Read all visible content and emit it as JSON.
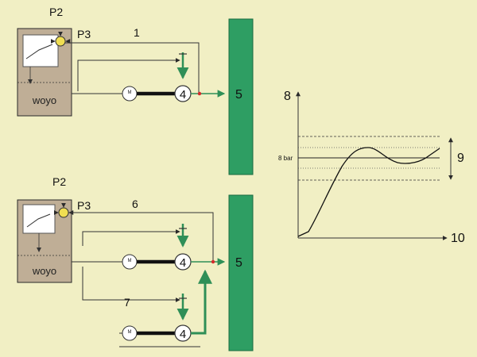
{
  "colors": {
    "background": "#f1efc4",
    "controller_box": "#bfae96",
    "tank_green": "#2e9e63",
    "pipe_green": "#2f8f57",
    "sensor_yellow": "#f0de52",
    "joint_red": "#d42b2b",
    "line": "#2a2a2a"
  },
  "system_top": {
    "controller_label": "woyo",
    "sensor_label": "P2",
    "setpoint_label": "P3",
    "line_number": "1",
    "pump_number": "4",
    "motor_label": "M",
    "tank_number": "5"
  },
  "system_bottom": {
    "controller_label": "woyo",
    "sensor_label": "P2",
    "setpoint_label": "P3",
    "line_number_upper": "6",
    "line_number_lower": "7",
    "pump_upper_number": "4",
    "pump_lower_number": "4",
    "motor_label": "M",
    "tank_number": "5"
  },
  "graph": {
    "y_axis_label": "8",
    "x_axis_label": "10",
    "setpoint_label": "8 bar",
    "band_label": "9"
  }
}
